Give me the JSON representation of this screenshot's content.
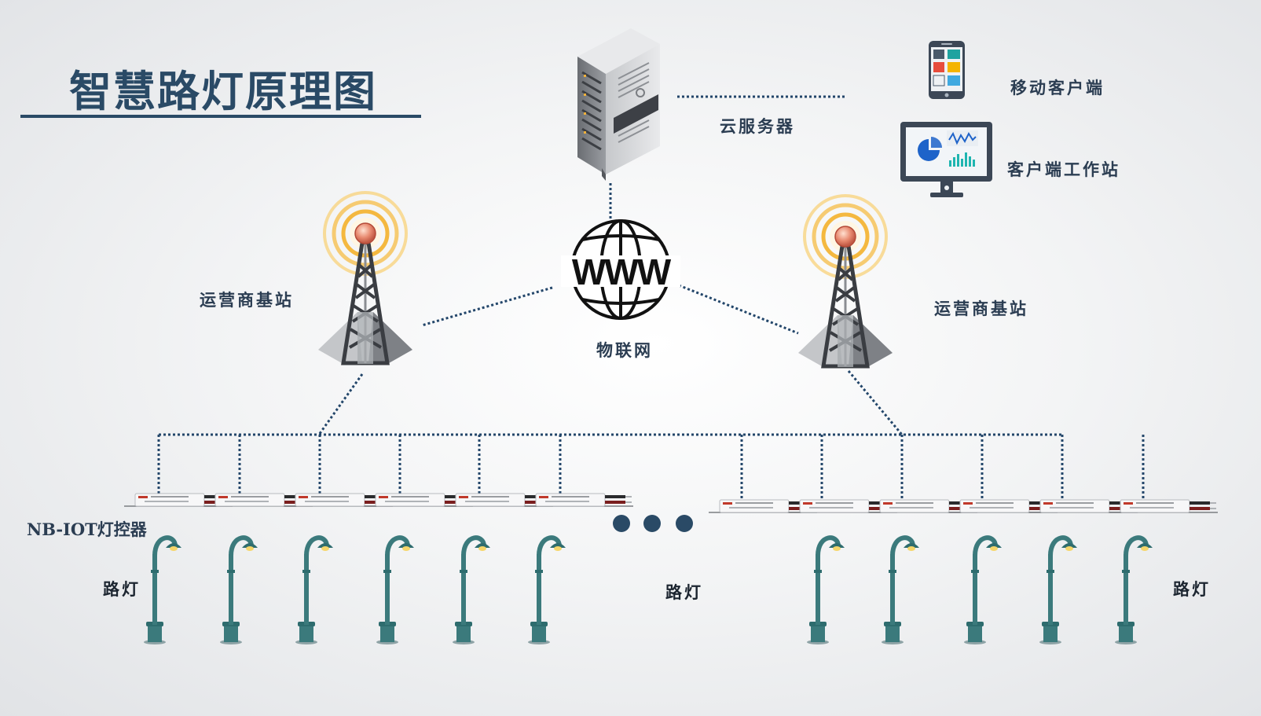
{
  "title": "智慧路灯原理图",
  "labels": {
    "cloud_server": "云服务器",
    "mobile_client": "移动客户端",
    "client_workstation": "客户端工作站",
    "iot": "物联网",
    "base_station_left": "运营商基站",
    "base_station_right": "运营商基站",
    "nb_iot_controller": "NB-IOT灯控器",
    "streetlight_left": "路灯",
    "streetlight_middle": "路灯",
    "streetlight_right": "路灯"
  },
  "globe_text": "WWW",
  "icons": {
    "server": "server-rack-icon",
    "mobile": "smartphone-icon",
    "workstation": "monitor-icon",
    "internet": "globe-www-icon",
    "tower": "signal-tower-icon",
    "controller": "nb-iot-controller-icon",
    "lamp": "street-lamp-icon",
    "ellipsis": "ellipsis-dots-icon"
  },
  "colors": {
    "title": "#2a4a66",
    "line": "#23466a",
    "lamp": "#3b7a7c",
    "lamp_shade": "#2e6c6e",
    "signal": "#f6c35a",
    "dot": "#2a4a66"
  }
}
